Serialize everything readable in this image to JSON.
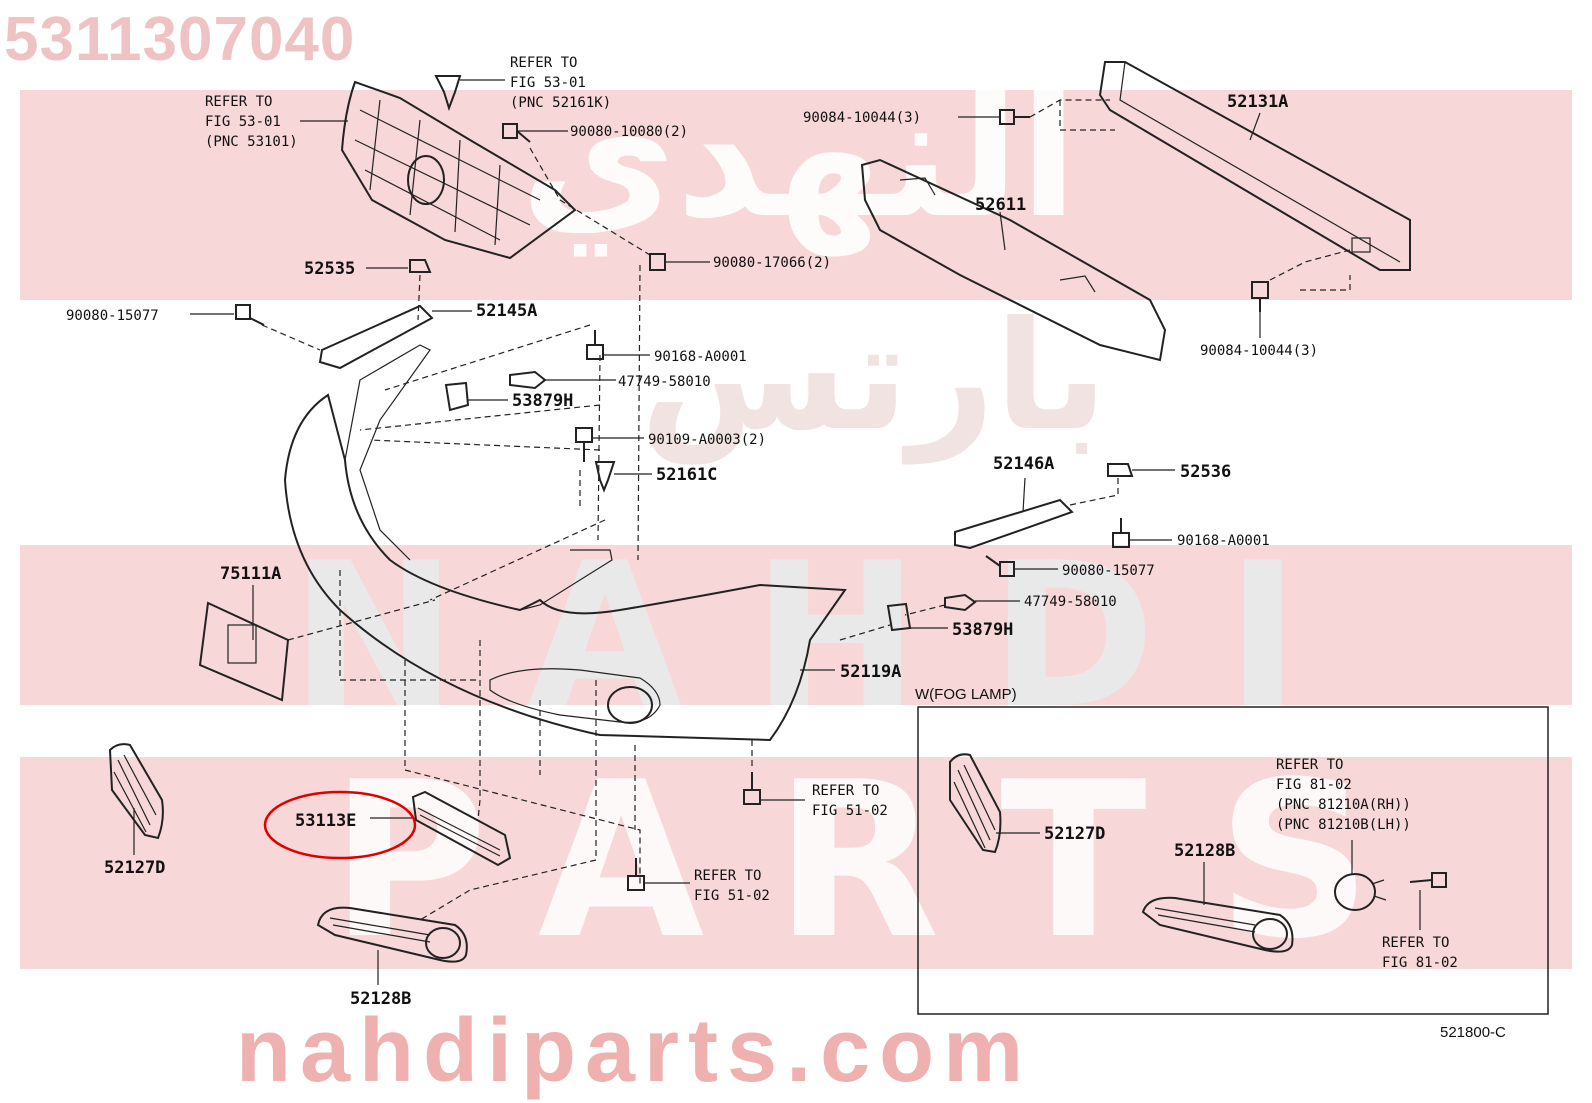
{
  "watermark": {
    "part_number": "5311307040",
    "website": "nahdiparts.com",
    "brand": "NAHDI",
    "brand2": "PARTS",
    "arabic_top": "النهدي",
    "arabic_mid": "بارتس"
  },
  "diagram_code": "521800-C",
  "inset_title": "W(FOG LAMP)",
  "labels": {
    "refer_grille_1": "REFER TO",
    "refer_grille_2": "FIG 53-01",
    "refer_grille_3": "(PNC 53101)",
    "refer_clip_1": "REFER TO",
    "refer_clip_2": "FIG 53-01",
    "refer_clip_3": "(PNC 52161K)",
    "p90080_10080": "90080-10080(2)",
    "p90084_top": "90084-10044(3)",
    "p52131A": "52131A",
    "p52611": "52611",
    "p90080_17066": "90080-17066(2)",
    "p52535": "52535",
    "p90084_bottom": "90084-10044(3)",
    "p90080_15077_left": "90080-15077",
    "p52145A": "52145A",
    "p90168_top": "90168-A0001",
    "p47749_left": "47749-58010",
    "p53879H_left": "53879H",
    "p90109": "90109-A0003(2)",
    "p52161C": "52161C",
    "p52146A": "52146A",
    "p52536": "52536",
    "p90168_right": "90168-A0001",
    "p75111A": "75111A",
    "p90080_15077_right": "90080-15077",
    "p47749_right": "47749-58010",
    "p53879H_right": "53879H",
    "p52119A": "52119A",
    "refer_51_a1": "REFER TO",
    "refer_51_a2": "FIG 51-02",
    "p52127D_left": "52127D",
    "p53113E": "53113E",
    "refer_51_b1": "REFER TO",
    "refer_51_b2": "FIG 51-02",
    "p52128B_left": "52128B",
    "p52127D_inset": "52127D",
    "p52128B_inset": "52128B",
    "fog_refer_1": "REFER TO",
    "fog_refer_2": "FIG 81-02",
    "fog_refer_3": "(PNC 81210A(RH))",
    "fog_refer_4": "(PNC 81210B(LH))",
    "fog_refer_b1": "REFER TO",
    "fog_refer_b2": "FIG 81-02"
  },
  "colors": {
    "band": "#f7d7d7",
    "watermark_text": "#efc3c3",
    "highlight": "#e00000",
    "line": "#222222"
  }
}
